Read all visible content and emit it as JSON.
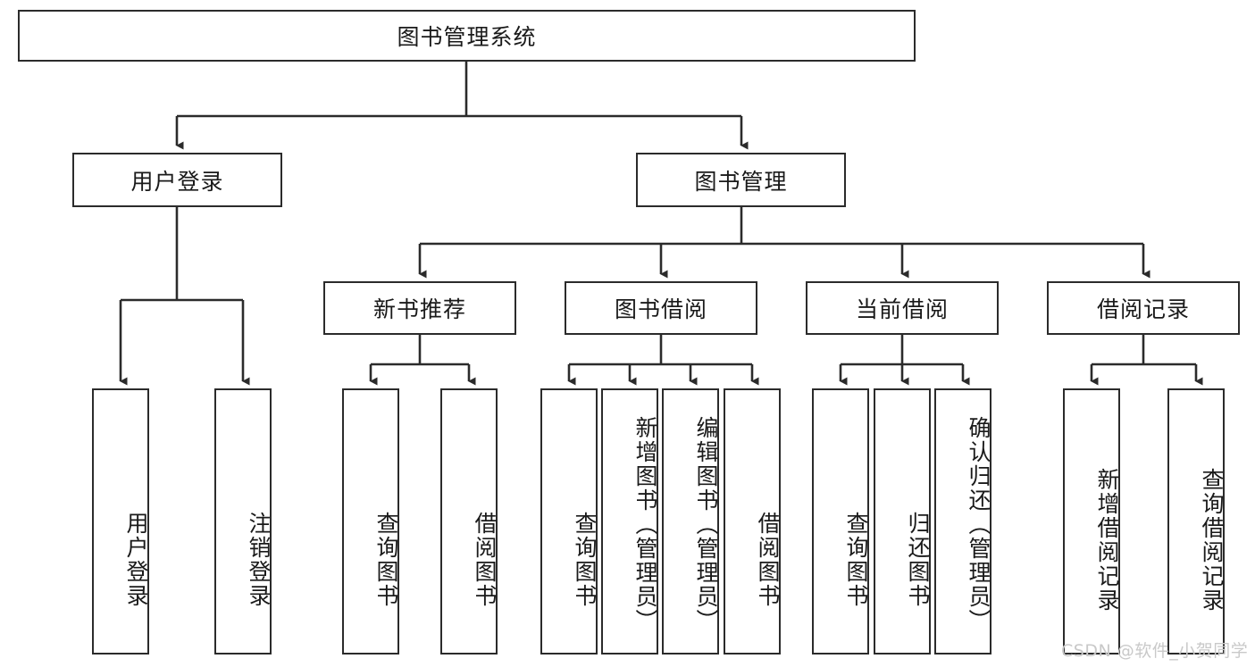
{
  "diagram": {
    "title_node": {
      "label": "图书管理系统"
    },
    "level2": [
      {
        "id": "user-login",
        "label": "用户登录"
      },
      {
        "id": "book-manage",
        "label": "图书管理"
      }
    ],
    "level3": [
      {
        "id": "new-book-recommend",
        "label": "新书推荐"
      },
      {
        "id": "book-borrow",
        "label": "图书借阅"
      },
      {
        "id": "current-borrow",
        "label": "当前借阅"
      },
      {
        "id": "borrow-record",
        "label": "借阅记录"
      }
    ],
    "leaves": {
      "user_login": [
        {
          "id": "leaf-user-login",
          "label": "用户登录"
        },
        {
          "id": "leaf-logout-login",
          "label": "注销登录"
        }
      ],
      "new_book_recommend": [
        {
          "id": "leaf-query-book-1",
          "label": "查询图书"
        },
        {
          "id": "leaf-borrow-book-1",
          "label": "借阅图书"
        }
      ],
      "book_borrow": [
        {
          "id": "leaf-query-book-2",
          "label": "查询图书"
        },
        {
          "id": "leaf-add-book",
          "label": "新增图书（管理员）"
        },
        {
          "id": "leaf-edit-book",
          "label": "编辑图书（管理员）"
        },
        {
          "id": "leaf-borrow-book-2",
          "label": "借阅图书"
        }
      ],
      "current_borrow": [
        {
          "id": "leaf-query-book-3",
          "label": "查询图书"
        },
        {
          "id": "leaf-return-book",
          "label": "归还图书"
        },
        {
          "id": "leaf-confirm-return",
          "label": "确认归还（管理员）"
        }
      ],
      "borrow_record": [
        {
          "id": "leaf-add-record",
          "label": "新增借阅记录"
        },
        {
          "id": "leaf-query-record",
          "label": "查询借阅记录"
        }
      ]
    }
  },
  "watermark": {
    "text": "CSDN @软件_小贺同学"
  },
  "colors": {
    "stroke": "#2b2b2b",
    "background": "#ffffff",
    "text": "#1a1a1a",
    "watermark": "#c9c9c9"
  }
}
